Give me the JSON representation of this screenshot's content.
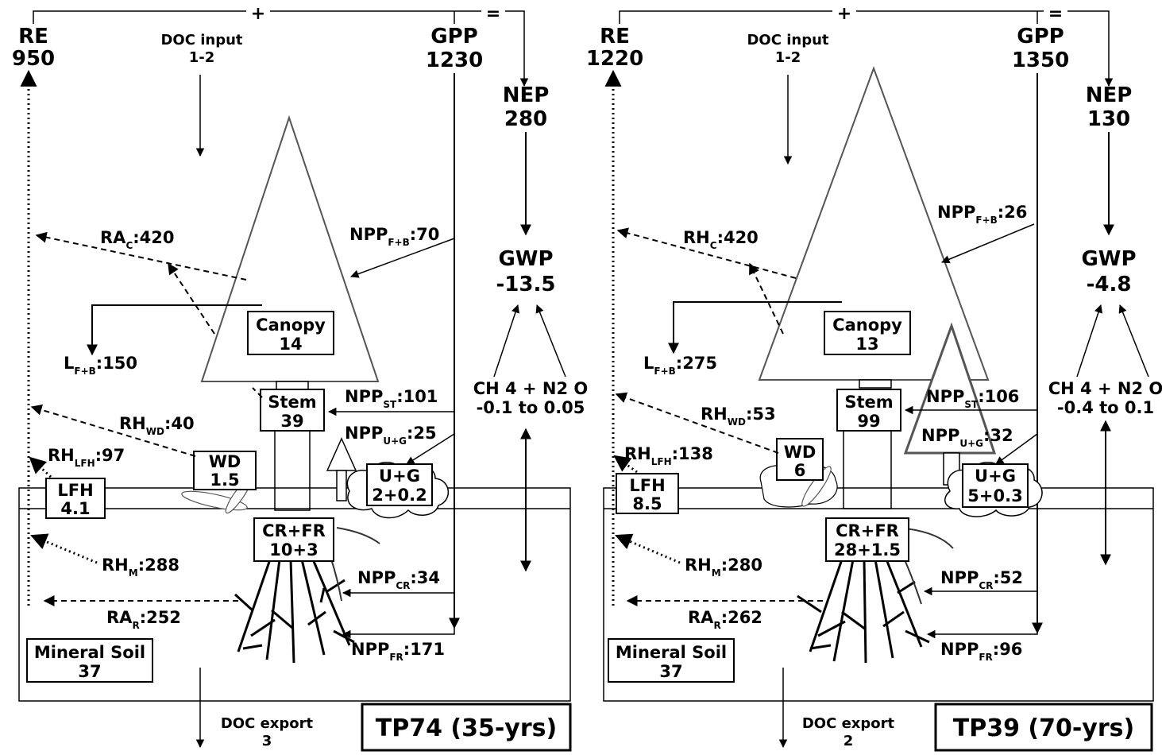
{
  "panels": [
    {
      "title": "TP74 (35-yrs)",
      "re": {
        "label": "RE",
        "value": "950"
      },
      "gpp": {
        "label": "GPP",
        "value": "1230"
      },
      "nep": {
        "label": "NEP",
        "value": "280"
      },
      "gwp": {
        "label": "GWP",
        "value": "-13.5"
      },
      "plus": "+",
      "equals": "=",
      "doc_input": {
        "label": "DOC input",
        "value": "1-2"
      },
      "doc_export": {
        "label": "DOC export",
        "value": "3"
      },
      "gas": {
        "line1": "CH 4 + N2 O",
        "value": "-0.1 to 0.05"
      },
      "canopy": {
        "label": "Canopy",
        "value": "14"
      },
      "stem": {
        "label": "Stem",
        "value": "39"
      },
      "wd": {
        "label": "WD",
        "value": "1.5"
      },
      "ug": {
        "label": "U+G",
        "value": "2+0.2"
      },
      "lfh": {
        "label": "LFH",
        "value": "4.1"
      },
      "crfr": {
        "label": "CR+FR",
        "value": "10+3"
      },
      "mineral": {
        "label": "Mineral Soil",
        "value": "37"
      },
      "fluxes": {
        "rac": {
          "base": "RA",
          "sub": "C",
          "value": ":420"
        },
        "lfb": {
          "base": "L",
          "sub": "F+B",
          "value": ":150"
        },
        "npp_fb": {
          "base": "NPP",
          "sub": "F+B",
          "value": ":70"
        },
        "npp_st": {
          "base": "NPP",
          "sub": "ST",
          "value": ":101"
        },
        "npp_ug": {
          "base": "NPP",
          "sub": "U+G",
          "value": ":25"
        },
        "rh_wd": {
          "base": "RH",
          "sub": "WD",
          "value": ":40"
        },
        "rh_lfh": {
          "base": "RH",
          "sub": "LFH",
          "value": ":97"
        },
        "rh_m": {
          "base": "RH",
          "sub": "M",
          "value": ":288"
        },
        "npp_cr": {
          "base": "NPP",
          "sub": "CR",
          "value": ":34"
        },
        "ra_r": {
          "base": "RA",
          "sub": "R",
          "value": ":252"
        },
        "npp_fr": {
          "base": "NPP",
          "sub": "FR",
          "value": ":171"
        }
      }
    },
    {
      "title": "TP39 (70-yrs)",
      "re": {
        "label": "RE",
        "value": "1220"
      },
      "gpp": {
        "label": "GPP",
        "value": "1350"
      },
      "nep": {
        "label": "NEP",
        "value": "130"
      },
      "gwp": {
        "label": "GWP",
        "value": "-4.8"
      },
      "plus": "+",
      "equals": "=",
      "doc_input": {
        "label": "DOC input",
        "value": "1-2"
      },
      "doc_export": {
        "label": "DOC export",
        "value": "2"
      },
      "gas": {
        "line1": "CH 4 + N2 O",
        "value": "-0.4 to 0.1"
      },
      "canopy": {
        "label": "Canopy",
        "value": "13"
      },
      "stem": {
        "label": "Stem",
        "value": "99"
      },
      "wd": {
        "label": "WD",
        "value": "6"
      },
      "ug": {
        "label": "U+G",
        "value": "5+0.3"
      },
      "lfh": {
        "label": "LFH",
        "value": "8.5"
      },
      "crfr": {
        "label": "CR+FR",
        "value": "28+1.5"
      },
      "mineral": {
        "label": "Mineral Soil",
        "value": "37"
      },
      "fluxes": {
        "rac": {
          "base": "RH",
          "sub": "C",
          "value": ":420"
        },
        "lfb": {
          "base": "L",
          "sub": "F+B",
          "value": ":275"
        },
        "npp_fb": {
          "base": "NPP",
          "sub": "F+B",
          "value": ":26"
        },
        "npp_st": {
          "base": "NPP",
          "sub": "ST",
          "value": ":106"
        },
        "npp_ug": {
          "base": "NPP",
          "sub": "U+G",
          "value": ":32"
        },
        "rh_wd": {
          "base": "RH",
          "sub": "WD",
          "value": ":53"
        },
        "rh_lfh": {
          "base": "RH",
          "sub": "LFH",
          "value": ":138"
        },
        "rh_m": {
          "base": "RH",
          "sub": "M",
          "value": ":280"
        },
        "npp_cr": {
          "base": "NPP",
          "sub": "CR",
          "value": ":52"
        },
        "ra_r": {
          "base": "RA",
          "sub": "R",
          "value": ":262"
        },
        "npp_fr": {
          "base": "NPP",
          "sub": "FR",
          "value": ":96"
        }
      }
    }
  ]
}
